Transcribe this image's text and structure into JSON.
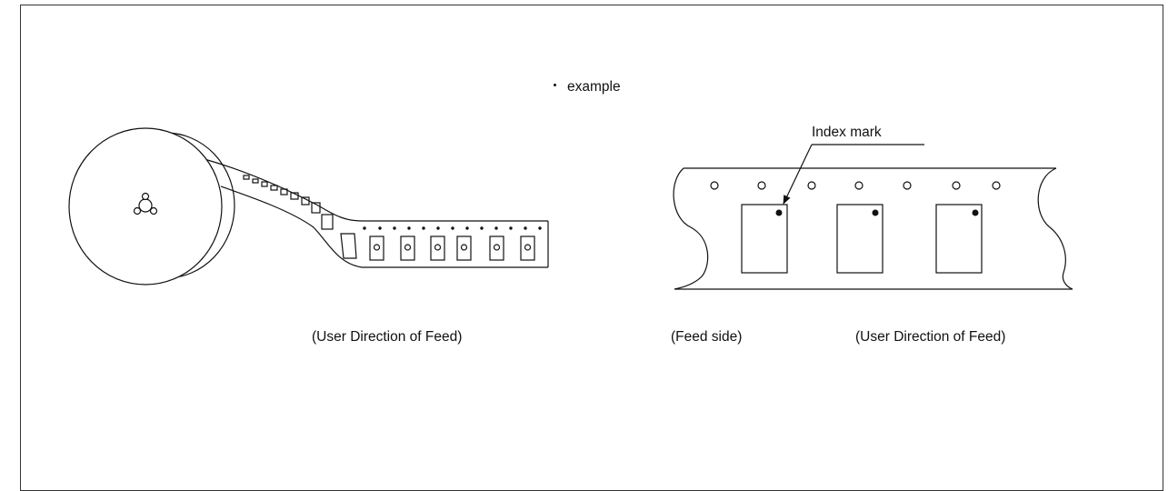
{
  "labels": {
    "bullet_text": "example",
    "index_mark": "Index mark",
    "feed_direction_left": "(User Direction of Feed)",
    "feed_side": "(Feed side)",
    "feed_direction_right": "(User Direction of Feed)"
  },
  "colors": {
    "stroke": "#111111",
    "background": "#ffffff"
  }
}
